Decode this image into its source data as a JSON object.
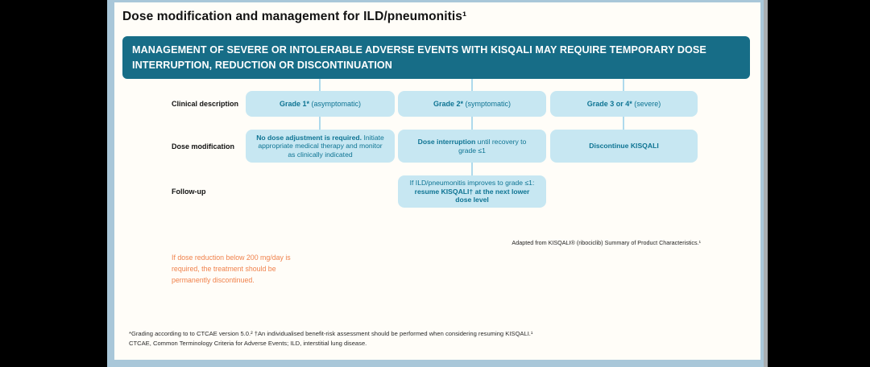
{
  "page": {
    "title": "Dose modification and management for ILD/pneumonitis¹"
  },
  "banner": {
    "lines": [
      "MANAGEMENT OF SEVERE OR INTOLERABLE ADVERSE EVENTS WITH KISQALI MAY REQUIRE TEMPORARY DOSE",
      "INTERRUPTION, REDUCTION OR DISCONTINUATION"
    ]
  },
  "flow": {
    "row_labels": [
      "Clinical description",
      "Dose modification",
      "Follow-up"
    ],
    "clinical": [
      {
        "bold": "Grade 1*",
        "rest": " (asymptomatic)"
      },
      {
        "bold": "Grade 2*",
        "rest": " (symptomatic)"
      },
      {
        "bold": "Grade 3 or 4*",
        "rest": " (severe)"
      }
    ],
    "dose": [
      {
        "bold": "No dose adjustment is required.",
        "rest": " Initiate appropriate medical therapy and monitor as clinically indicated"
      },
      {
        "bold": "Dose interruption",
        "rest": " until recovery to grade ≤1"
      },
      {
        "bold": "Discontinue KISQALI",
        "rest": ""
      }
    ],
    "followup": {
      "pre": "If ILD/pneumonitis improves to grade ≤1: ",
      "bold": "resume KISQALI† at the next lower dose level"
    }
  },
  "notes": {
    "source": "Adapted from KISQALI® (ribociclib) Summary of Product Characteristics.¹",
    "warning": "If dose reduction below 200 mg/day is required, the treatment should be permanently discontinued.",
    "footnotes": [
      "*Grading according to to CTCAE version 5.0.² †An individualised benefit-risk assessment should be performed when considering resuming KISQALI.¹",
      "CTCAE, Common Terminology Criteria for Adverse Events; ILD, interstitial lung disease."
    ]
  },
  "colors": {
    "banner_teal": "#176d87",
    "box_blue": "#c7e7f2",
    "box_text_teal": "#0e7493",
    "connector_blue": "#aedaec",
    "warning_orange": "#f0824c",
    "frame_blue": "#a9c7d9",
    "page_white": "#fffdf8"
  }
}
